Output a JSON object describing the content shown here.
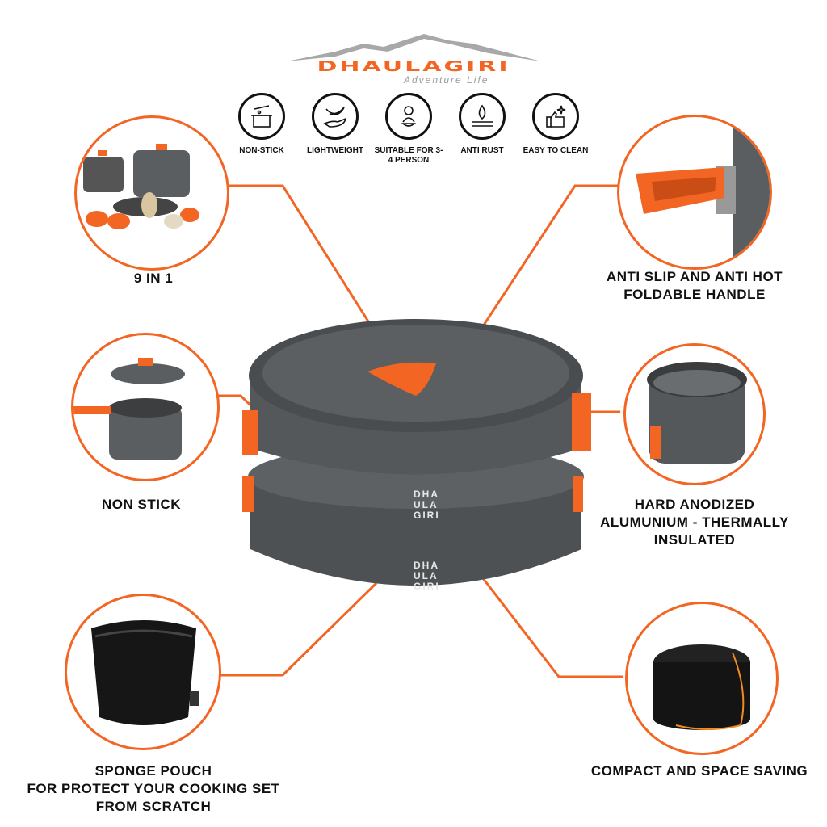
{
  "brand": {
    "name": "DHAULAGIRI",
    "tagline": "Adventure Life",
    "pot_mark": [
      "DHA",
      "ULA",
      "GIRI"
    ]
  },
  "colors": {
    "accent": "#f26522",
    "pot": "#55585a",
    "dark": "#111111"
  },
  "features": [
    {
      "icon": "pot-icon",
      "label": "NON-STICK"
    },
    {
      "icon": "hand-feather-icon",
      "label": "LIGHTWEIGHT"
    },
    {
      "icon": "person-cooking-icon",
      "label": "SUITABLE FOR 3-4 PERSON"
    },
    {
      "icon": "water-drop-icon",
      "label": "ANTI RUST"
    },
    {
      "icon": "thumbs-up-sparkle-icon",
      "label": "EASY TO CLEAN"
    }
  ],
  "callouts": {
    "nine_in_one": "9 IN 1",
    "non_stick": "NON STICK",
    "pouch": [
      "SPONGE POUCH",
      "FOR PROTECT YOUR COOKING SET",
      "FROM SCRATCH"
    ],
    "handle": [
      "ANTI SLIP AND ANTI HOT",
      "FOLDABLE HANDLE"
    ],
    "anodized": [
      "HARD ANODIZED",
      "ALUMUNIUM - THERMALLY",
      "INSULATED"
    ],
    "compact": "COMPACT AND SPACE SAVING"
  }
}
